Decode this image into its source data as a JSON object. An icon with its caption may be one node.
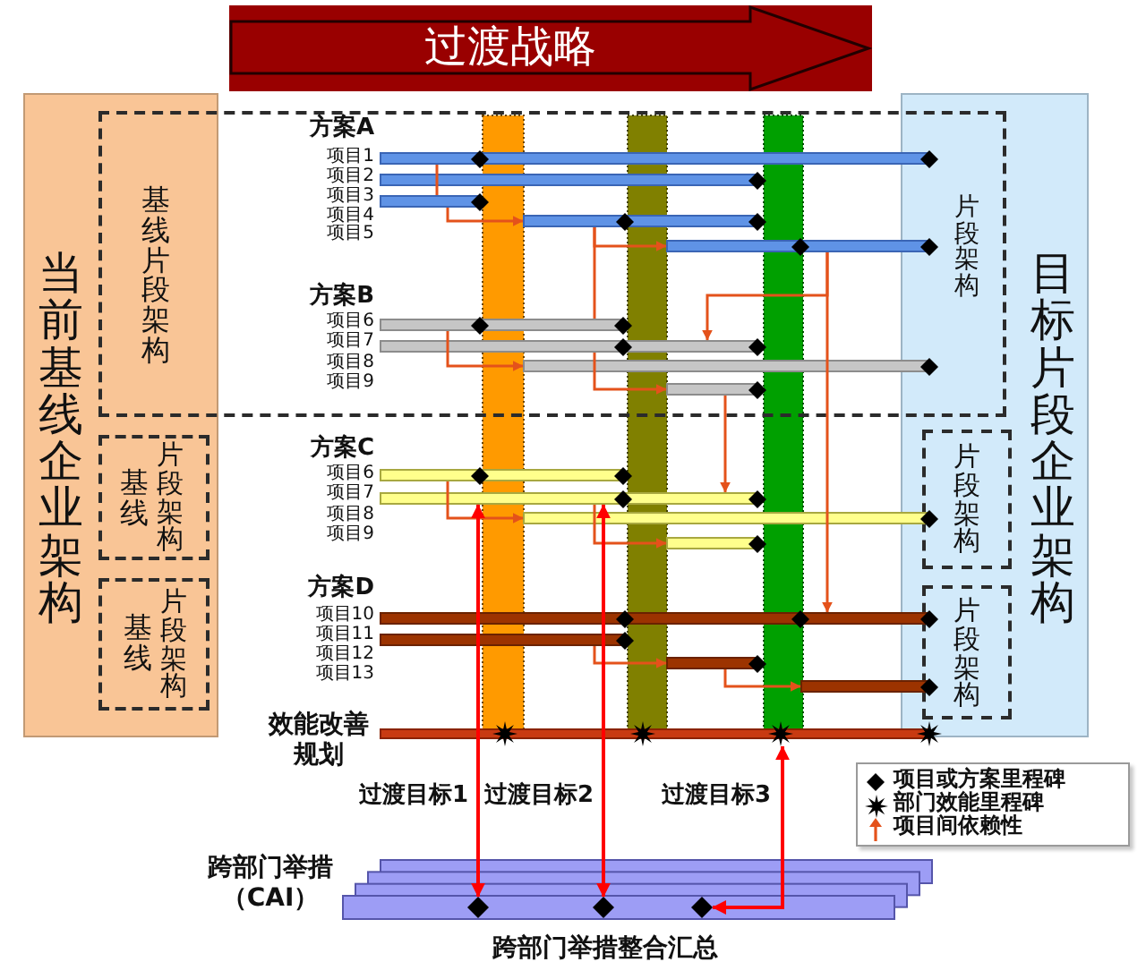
{
  "diagram": {
    "nodes": [
      {
        "text": [
          "过渡战略"
        ]
      },
      {
        "text": [
          "当前基线企业架构",
          "基线片段架构"
        ]
      },
      {
        "text": [],
        "shape": "box"
      },
      {
        "text": [
          "基线",
          "片段架构"
        ],
        "in": 1
      },
      {
        "text": [
          "基线",
          "片段架构"
        ],
        "in": 1
      },
      {
        "text": [
          "目标片段企业架构",
          "片段架构"
        ]
      },
      {
        "text": [
          "片段架构"
        ],
        "in": 5
      },
      {
        "text": [
          "片段架构"
        ],
        "in": 5
      },
      {
        "text": [],
        "shape": "bar",
        "beside": [
          "项目1"
        ],
        "in": 2
      },
      {
        "text": [],
        "shape": "bar",
        "beside": [
          "项目2"
        ],
        "in": 2
      },
      {
        "text": [],
        "shape": "bar",
        "beside": [
          "项目3"
        ],
        "in": 2
      },
      {
        "text": [],
        "shape": "bar",
        "in": 2
      },
      {
        "text": [],
        "shape": "bar",
        "in": 2
      },
      {
        "text": [],
        "shape": "bar",
        "beside": [
          "项目6"
        ],
        "in": 2
      },
      {
        "text": [],
        "shape": "bar",
        "beside": [
          "项目7"
        ],
        "in": 2
      },
      {
        "text": [],
        "shape": "bar",
        "in": 2
      },
      {
        "text": [],
        "shape": "bar",
        "in": 2
      },
      {
        "text": [],
        "shape": "bar",
        "beside": [
          "项目6"
        ]
      },
      {
        "text": [],
        "shape": "bar",
        "beside": [
          "项目7"
        ]
      },
      {
        "text": [],
        "shape": "bar"
      },
      {
        "text": [],
        "shape": "bar"
      },
      {
        "text": [],
        "shape": "bar",
        "beside": [
          "项目10"
        ]
      },
      {
        "text": [],
        "shape": "bar",
        "beside": [
          "项目11"
        ]
      },
      {
        "text": [],
        "shape": "bar"
      },
      {
        "text": [],
        "shape": "bar"
      },
      {
        "text": [],
        "shape": "bar",
        "beside": [
          "效能改善规划"
        ]
      },
      {
        "text": [],
        "shape": "bar",
        "beside": [
          "跨部门举措（CAI）",
          "跨部门举措整合汇总"
        ]
      },
      {
        "text": [],
        "shape": "diamond",
        "in": 26
      },
      {
        "text": [],
        "shape": "diamond",
        "in": 26
      },
      {
        "text": [],
        "shape": "diamond",
        "in": 26
      }
    ],
    "edges": [
      {
        "from": 8,
        "to": 10,
        "arrow": "none"
      },
      {
        "from": 10,
        "to": 11,
        "arrow": "to"
      },
      {
        "from": 11,
        "to": 12,
        "arrow": "to"
      },
      {
        "from": 11,
        "to": 13,
        "arrow": "none"
      },
      {
        "from": 12,
        "to": 14,
        "arrow": "to"
      },
      {
        "from": 13,
        "to": 15,
        "arrow": "to"
      },
      {
        "from": 14,
        "to": 16,
        "arrow": "to"
      },
      {
        "from": 16,
        "to": 18,
        "arrow": "to"
      },
      {
        "from": 12,
        "to": 21,
        "arrow": "to"
      },
      {
        "from": 17,
        "to": 19,
        "arrow": "to"
      },
      {
        "from": 18,
        "to": 20,
        "arrow": "to"
      },
      {
        "from": 22,
        "to": 23,
        "arrow": "to"
      },
      {
        "from": 23,
        "to": 24,
        "arrow": "to"
      },
      {
        "from": 27,
        "to": 18,
        "arrow": "both",
        "color": "#ff0000"
      },
      {
        "from": 28,
        "to": 18,
        "arrow": "both",
        "color": "#ff0000"
      },
      {
        "from": 29,
        "to": 25,
        "arrow": "both",
        "color": "#ff0000"
      }
    ],
    "labels": [
      "方案A",
      "项目4",
      "项目5",
      "方案B",
      "项目8",
      "项目9",
      "方案C",
      "项目8",
      "项目9",
      "方案D",
      "项目12",
      "项目13",
      "过渡目标1",
      "过渡目标2",
      "过渡目标3"
    ],
    "legend": [
      {
        "text": "项目或方案里程碑"
      },
      {
        "text": "部门效能里程碑"
      },
      {
        "text": "项目间依赖性"
      }
    ]
  }
}
